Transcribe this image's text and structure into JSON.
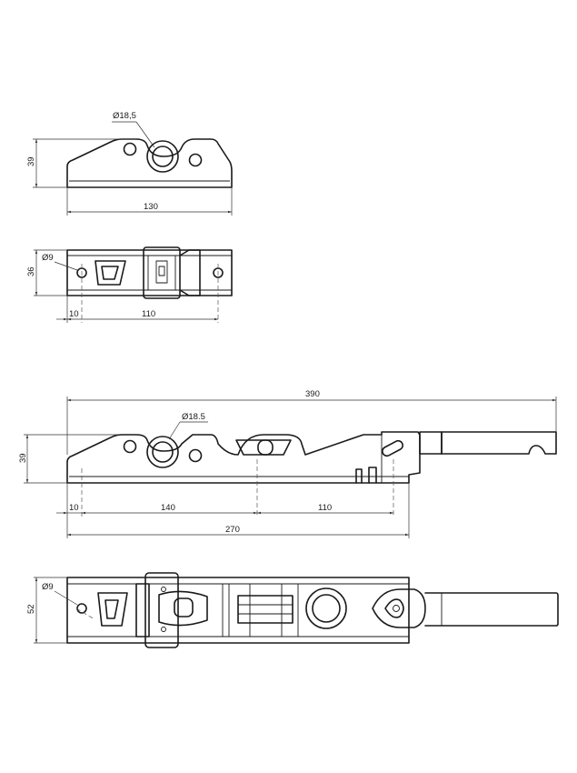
{
  "views": {
    "top_small": {
      "diameter_label": "Ø18,5",
      "height_label": "39",
      "width_label": "130"
    },
    "plan_small": {
      "hole_label": "Ø9",
      "height_label": "36",
      "offset_label": "10",
      "span_label": "110"
    },
    "side_full": {
      "overall_label": "390",
      "diameter_label": "Ø18.5",
      "height_label": "39",
      "offset_label": "10",
      "span1_label": "140",
      "span2_label": "110",
      "total_label": "270"
    },
    "plan_full": {
      "hole_label": "Ø9",
      "height_label": "52"
    }
  },
  "colors": {
    "line": "#1a1a1a",
    "background": "#ffffff"
  }
}
